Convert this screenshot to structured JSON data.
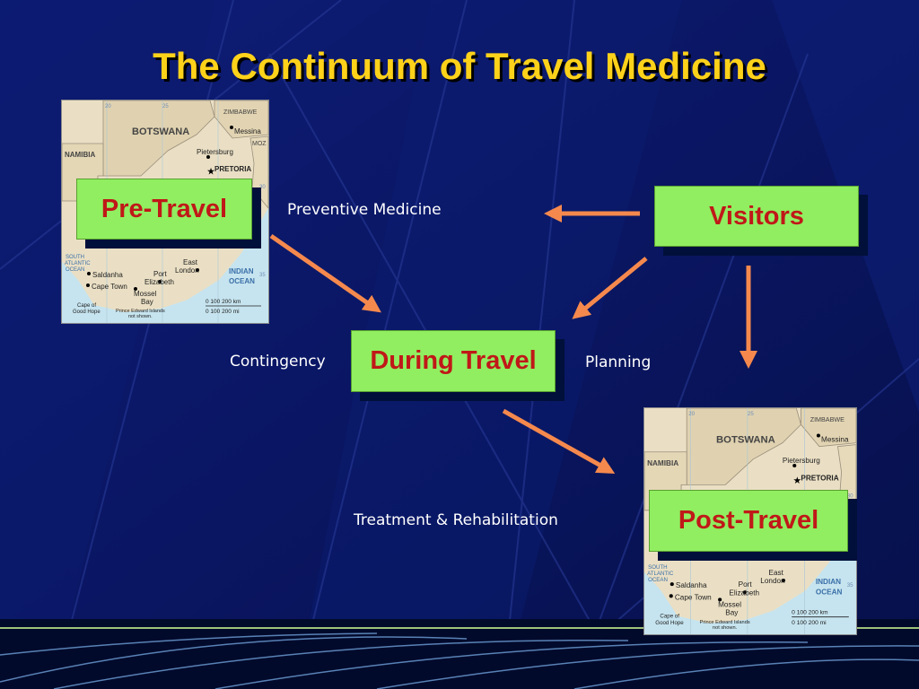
{
  "slide": {
    "title": "The Continuum of Travel Medicine",
    "accent_color": "#ffd21a",
    "box_color": "#90ee60",
    "box_text_color": "#c01818",
    "arrow_color": "#f5894d",
    "background_color": "#0a1560"
  },
  "nodes": {
    "pre_travel": "Pre-Travel",
    "during_travel": "During Travel",
    "post_travel": "Post-Travel",
    "visitors": "Visitors"
  },
  "edge_labels": {
    "preventive": "Preventive Medicine",
    "contingency": "Contingency",
    "planning": "Planning",
    "treatment": "Treatment & Rehabilitation"
  },
  "map": {
    "botswana": "BOTSWANA",
    "zimbabwe": "ZIMBABWE",
    "namibia": "NAMIBIA",
    "messina": "Messina",
    "pietersburg": "Pietersburg",
    "pretoria": "PRETORIA",
    "moz": "MOZ",
    "south_atlantic_1": "SOUTH",
    "south_atlantic_2": "ATLANTIC",
    "south_atlantic_3": "OCEAN",
    "saldanha": "Saldanha",
    "cape_town": "Cape Town",
    "port_1": "Port",
    "port_2": "Elizabeth",
    "east_1": "East",
    "east_2": "London",
    "mossel_1": "Mossel",
    "mossel_2": "Bay",
    "indian_1": "INDIAN",
    "indian_2": "OCEAN",
    "cape_1": "Cape of",
    "cape_2": "Good Hope",
    "prince_1": "Prince Edward Islands",
    "prince_2": "not shown.",
    "scale_km": "0   100  200 km",
    "scale_mi": "0      100    200 mi",
    "grid_20": "20",
    "grid_25": "25",
    "grid_30": "30",
    "grid_35": "35"
  }
}
